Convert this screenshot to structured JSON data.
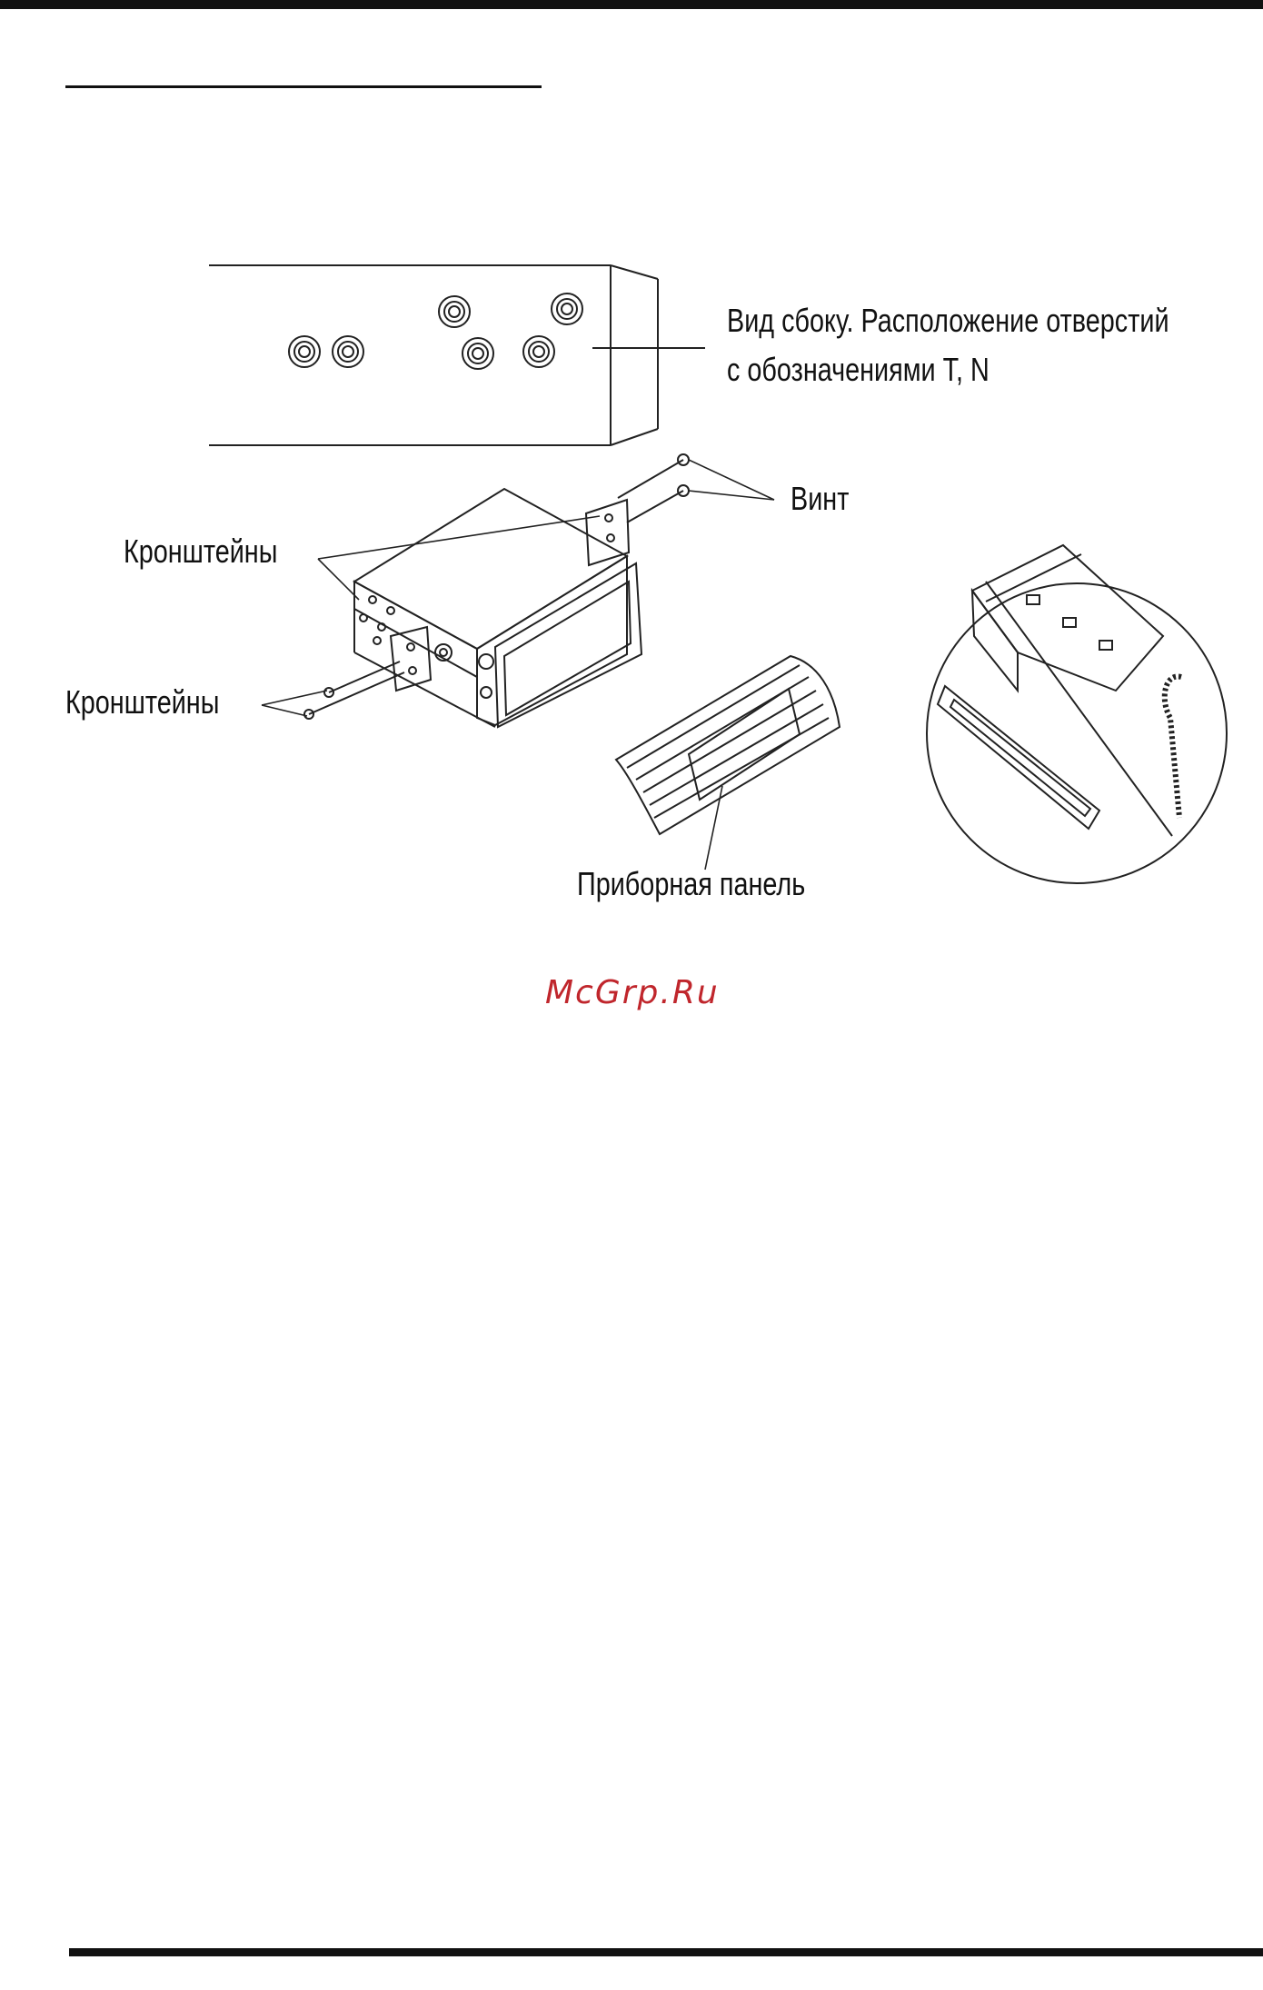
{
  "labels": {
    "side_view_line1": "Вид сбоку. Расположение отверстий",
    "side_view_line2": "с обозначениями T, N",
    "screw": "Винт",
    "brackets_top": "Кронштейны",
    "brackets_bottom": "Кронштейны",
    "dashboard": "Приборная панель"
  },
  "watermark": {
    "text": "McGrp.Ru",
    "color": "#c0262c"
  }
}
